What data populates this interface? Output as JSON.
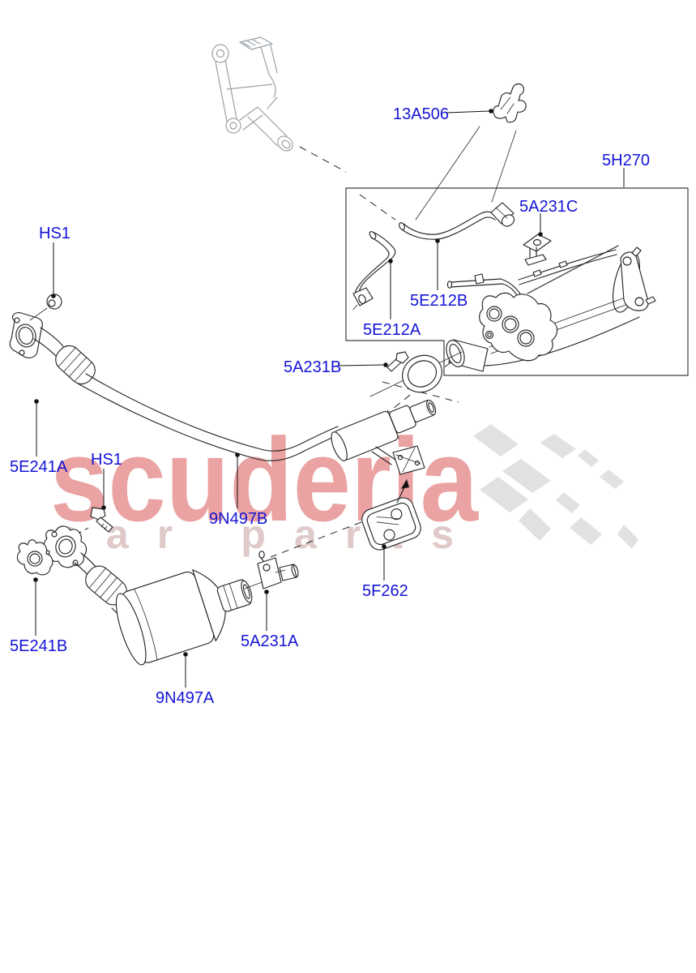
{
  "page": {
    "background": "#ffffff",
    "type": "exhaust-parts-diagram"
  },
  "colors": {
    "label_blue": "#1414d6",
    "line_dark": "#262626",
    "bracket_gray": "#9aa0a6",
    "watermark_pink": "#eaa2a2",
    "watermark_gray": "#dfc9c9",
    "flag_gray": "#d9d9dd"
  },
  "watermark": {
    "line1": "scuderia",
    "line2": "car parts"
  },
  "labels": [
    {
      "id": "13A506",
      "text": "13A506"
    },
    {
      "id": "5H270",
      "text": "5H270"
    },
    {
      "id": "5A231C",
      "text": "5A231C"
    },
    {
      "id": "HS1-a",
      "text": "HS1"
    },
    {
      "id": "5E212B",
      "text": "5E212B"
    },
    {
      "id": "5E212A",
      "text": "5E212A"
    },
    {
      "id": "5A231B",
      "text": "5A231B"
    },
    {
      "id": "5E241A",
      "text": "5E241A"
    },
    {
      "id": "HS1-b",
      "text": "HS1"
    },
    {
      "id": "9N497B",
      "text": "9N497B"
    },
    {
      "id": "5F262",
      "text": "5F262"
    },
    {
      "id": "5A231A",
      "text": "5A231A"
    },
    {
      "id": "5E241B",
      "text": "5E241B"
    },
    {
      "id": "9N497A",
      "text": "9N497A"
    }
  ]
}
